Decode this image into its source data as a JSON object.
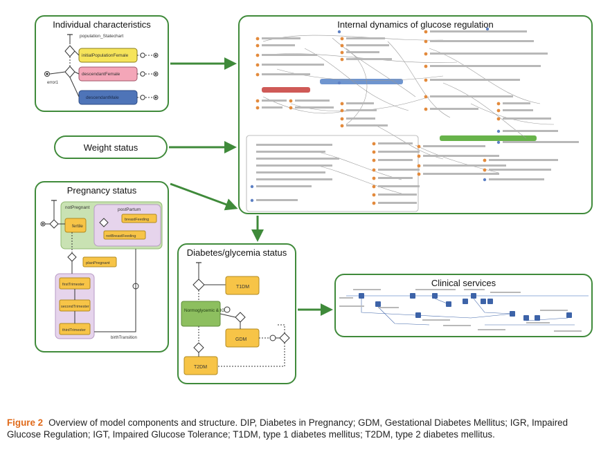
{
  "panels": {
    "individual": {
      "title": "Individual characteristics",
      "statechart": "population_Statechart",
      "states": [
        "initialPopulationFemale",
        "descendantFemale",
        "descendantMale"
      ],
      "error_label": "error1"
    },
    "internal": {
      "title": "Internal dynamics of glucose regulation"
    },
    "weight": {
      "title": "Weight status"
    },
    "pregnancy": {
      "title": "Pregnancy status",
      "states": {
        "not_pregnant": "notPregnant",
        "post_partum": "postPartum",
        "fertile": "fertile",
        "breastfeeding": "breastFeeding",
        "not_breastfeeding": "notBreastFeeding",
        "plan_pregnant": "planPregnant",
        "first": "firstTrimester",
        "second": "secondTrimester",
        "third": "thirdTrimester",
        "birth": "birthTransition"
      }
    },
    "diabetes": {
      "title": "Diabetes/glycemia status",
      "states": {
        "t1dm": "T1DM",
        "normo": "Normoglycemic & IGR",
        "gdm": "GDM",
        "t2dm": "T2DM"
      }
    },
    "clinical": {
      "title": "Clinical services"
    }
  },
  "caption": {
    "figure_label": "Figure 2",
    "text": "Overview of model components and structure. DIP, Diabetes in Pregnancy; GDM, Gestational Diabetes Mellitus; IGR, Impaired Glucose Regulation; IGT, Impaired Glucose Tolerance; T1DM, type 1 diabetes mellitus; T2DM, type 2 diabetes mellitus."
  },
  "colors": {
    "border": "#3f8a3a",
    "state_yellow": "#f6e45a",
    "state_pink": "#f4a6b8",
    "state_blue": "#4e74b8",
    "state_orange": "#f7c447",
    "state_green": "#8dbf5f",
    "state_purple": "#d9c4e6",
    "figure_label": "#e06a1a"
  }
}
